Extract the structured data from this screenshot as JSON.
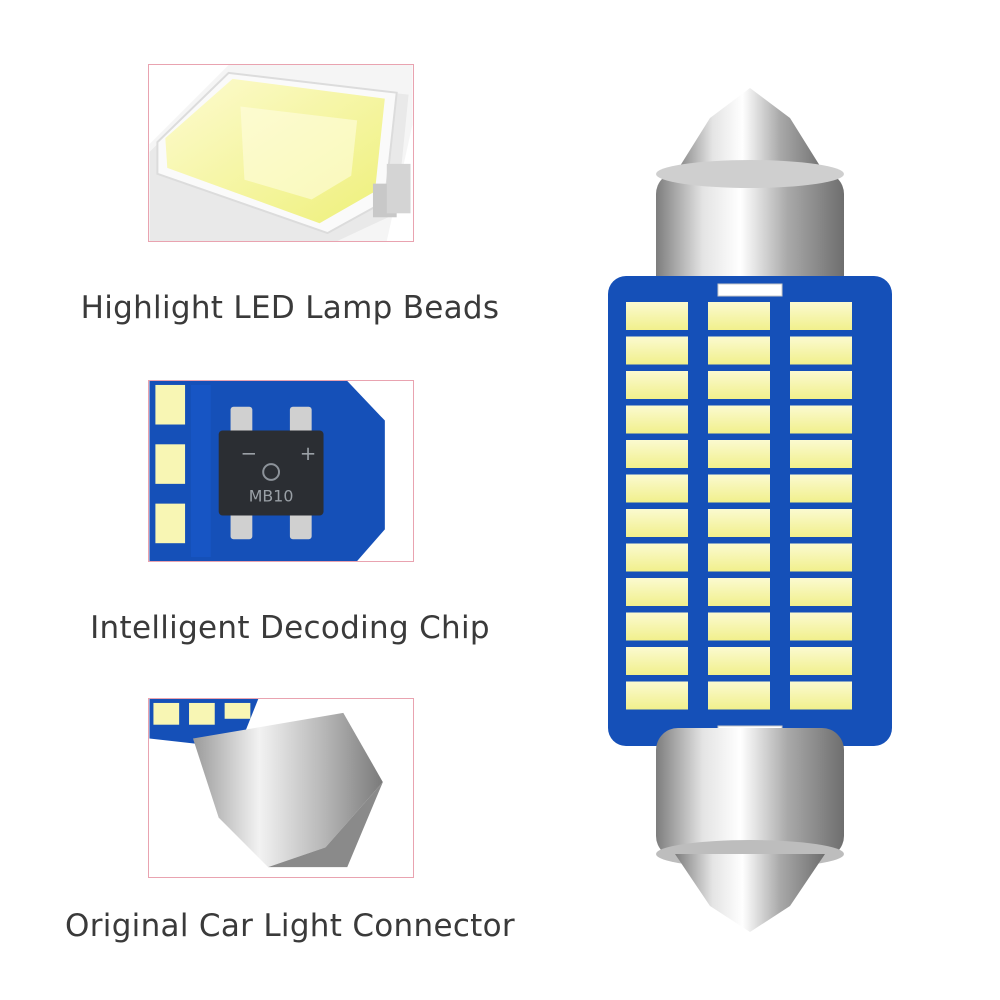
{
  "features": [
    {
      "caption": "Highlight LED Lamp Beads",
      "image_icon": "led-smd-chip"
    },
    {
      "caption": "Intelligent Decoding Chip",
      "image_icon": "decoder-chip",
      "chip_marking": "MB10",
      "minus_sign": "−",
      "plus_sign": "+"
    },
    {
      "caption": "Original Car Light Connector",
      "image_icon": "bulb-end-cap"
    }
  ],
  "product": {
    "image_icon": "festoon-led-bulb",
    "led_rows": 12,
    "led_columns": 3
  },
  "colors": {
    "panel_border": "#e9a3b0",
    "pcb_blue": "#1550b8",
    "led_yellow": "#f8f6b4",
    "caption_text": "#3a3a3a"
  }
}
